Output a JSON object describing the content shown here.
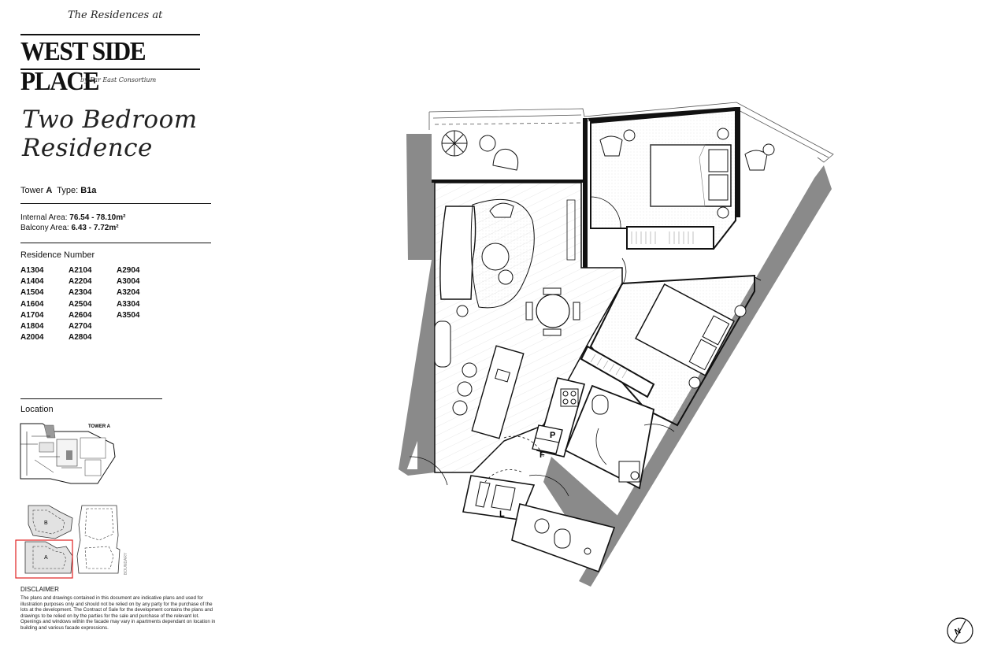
{
  "brand": {
    "subtitle_top": "The Residences at",
    "name": "WEST SIDE PLACE",
    "developer": "by Far East Consortium"
  },
  "residence": {
    "title_line1": "Two Bedroom",
    "title_line2": "Residence",
    "tower_label": "Tower",
    "tower_value": "A",
    "type_label": "Type:",
    "type_value": "B1a",
    "internal_label": "Internal Area:",
    "internal_value": "76.54 - 78.10m²",
    "balcony_label": "Balcony Area:",
    "balcony_value": "6.43 - 7.72m²"
  },
  "residence_numbers": {
    "heading": "Residence Number",
    "col1": [
      "A1304",
      "A1404",
      "A1504",
      "A1604",
      "A1704",
      "A1804",
      "A2004"
    ],
    "col2": [
      "A2104",
      "A2204",
      "A2304",
      "A2504",
      "A2604",
      "A2704",
      "A2804"
    ],
    "col3": [
      "A2904",
      "A3004",
      "A3204",
      "A3304",
      "A3504"
    ]
  },
  "location": {
    "heading": "Location",
    "tower_label": "TOWER A",
    "block_a": "A",
    "block_b": "B",
    "boundary": "BOUNDARY"
  },
  "plan_labels": {
    "pantry": "P",
    "fridge": "F",
    "laundry": "L"
  },
  "disclaimer": {
    "title": "DISCLAIMER",
    "text": "The plans and drawings contained in this document are indicative plans and used for illustration purposes only and should not be relied on by any party for the purchase of the lots at the development. The Contract of Sale for the development contains the plans and drawings to be relied on by the parties for the sale and purchase of the relevant lot. Openings and windows within the facade may vary in apartments dependant on location in building and various facade expressions."
  },
  "compass": {
    "label": "N"
  },
  "colors": {
    "wall_grey": "#8a8a8a",
    "ink": "#111111",
    "highlight_red": "#e02020",
    "tint": "#f2f2f2"
  }
}
